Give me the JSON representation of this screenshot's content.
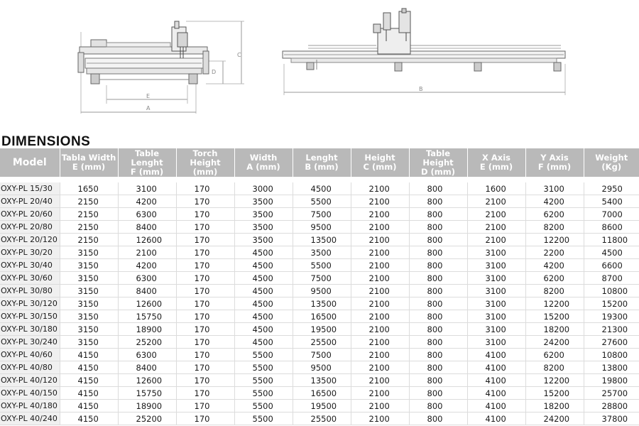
{
  "labels": {
    "e": "E",
    "a": "A",
    "c": "C",
    "d": "D",
    "b": "B"
  },
  "title": "DIMENSIONS",
  "table": {
    "headers": [
      [
        "Model"
      ],
      [
        "Tabla Width",
        "E (mm)"
      ],
      [
        "Table Lenght",
        "F (mm)"
      ],
      [
        "Torch Height",
        "(mm)"
      ],
      [
        "Width",
        "A (mm)"
      ],
      [
        "Lenght",
        "B (mm)"
      ],
      [
        "Height",
        "C (mm)"
      ],
      [
        "Table Height",
        "D (mm)"
      ],
      [
        "X Axis",
        "E (mm)"
      ],
      [
        "Y Axis",
        "F (mm)"
      ],
      [
        "Weight",
        "(Kg)"
      ]
    ],
    "rows": [
      [
        "OXY-PL 15/30",
        "1650",
        "3100",
        "170",
        "3000",
        "4500",
        "2100",
        "800",
        "1600",
        "3100",
        "2950"
      ],
      [
        "OXY-PL 20/40",
        "2150",
        "4200",
        "170",
        "3500",
        "5500",
        "2100",
        "800",
        "2100",
        "4200",
        "5400"
      ],
      [
        "OXY-PL 20/60",
        "2150",
        "6300",
        "170",
        "3500",
        "7500",
        "2100",
        "800",
        "2100",
        "6200",
        "7000"
      ],
      [
        "OXY-PL 20/80",
        "2150",
        "8400",
        "170",
        "3500",
        "9500",
        "2100",
        "800",
        "2100",
        "8200",
        "8600"
      ],
      [
        "OXY-PL 20/120",
        "2150",
        "12600",
        "170",
        "3500",
        "13500",
        "2100",
        "800",
        "2100",
        "12200",
        "11800"
      ],
      [
        "OXY-PL 30/20",
        "3150",
        "2100",
        "170",
        "4500",
        "3500",
        "2100",
        "800",
        "3100",
        "2200",
        "4500"
      ],
      [
        "OXY-PL 30/40",
        "3150",
        "4200",
        "170",
        "4500",
        "5500",
        "2100",
        "800",
        "3100",
        "4200",
        "6600"
      ],
      [
        "OXY-PL 30/60",
        "3150",
        "6300",
        "170",
        "4500",
        "7500",
        "2100",
        "800",
        "3100",
        "6200",
        "8700"
      ],
      [
        "OXY-PL 30/80",
        "3150",
        "8400",
        "170",
        "4500",
        "9500",
        "2100",
        "800",
        "3100",
        "8200",
        "10800"
      ],
      [
        "OXY-PL 30/120",
        "3150",
        "12600",
        "170",
        "4500",
        "13500",
        "2100",
        "800",
        "3100",
        "12200",
        "15200"
      ],
      [
        "OXY-PL 30/150",
        "3150",
        "15750",
        "170",
        "4500",
        "16500",
        "2100",
        "800",
        "3100",
        "15200",
        "19300"
      ],
      [
        "OXY-PL 30/180",
        "3150",
        "18900",
        "170",
        "4500",
        "19500",
        "2100",
        "800",
        "3100",
        "18200",
        "21300"
      ],
      [
        "OXY-PL 30/240",
        "3150",
        "25200",
        "170",
        "4500",
        "25500",
        "2100",
        "800",
        "3100",
        "24200",
        "27600"
      ],
      [
        "OXY-PL 40/60",
        "4150",
        "6300",
        "170",
        "5500",
        "7500",
        "2100",
        "800",
        "4100",
        "6200",
        "10800"
      ],
      [
        "OXY-PL 40/80",
        "4150",
        "8400",
        "170",
        "5500",
        "9500",
        "2100",
        "800",
        "4100",
        "8200",
        "13800"
      ],
      [
        "OXY-PL 40/120",
        "4150",
        "12600",
        "170",
        "5500",
        "13500",
        "2100",
        "800",
        "4100",
        "12200",
        "19800"
      ],
      [
        "OXY-PL 40/150",
        "4150",
        "15750",
        "170",
        "5500",
        "16500",
        "2100",
        "800",
        "4100",
        "15200",
        "25700"
      ],
      [
        "OXY-PL 40/180",
        "4150",
        "18900",
        "170",
        "5500",
        "19500",
        "2100",
        "800",
        "4100",
        "18200",
        "28800"
      ],
      [
        "OXY-PL 40/240",
        "4150",
        "25200",
        "170",
        "5500",
        "25500",
        "2100",
        "800",
        "4100",
        "24200",
        "37800"
      ]
    ]
  }
}
